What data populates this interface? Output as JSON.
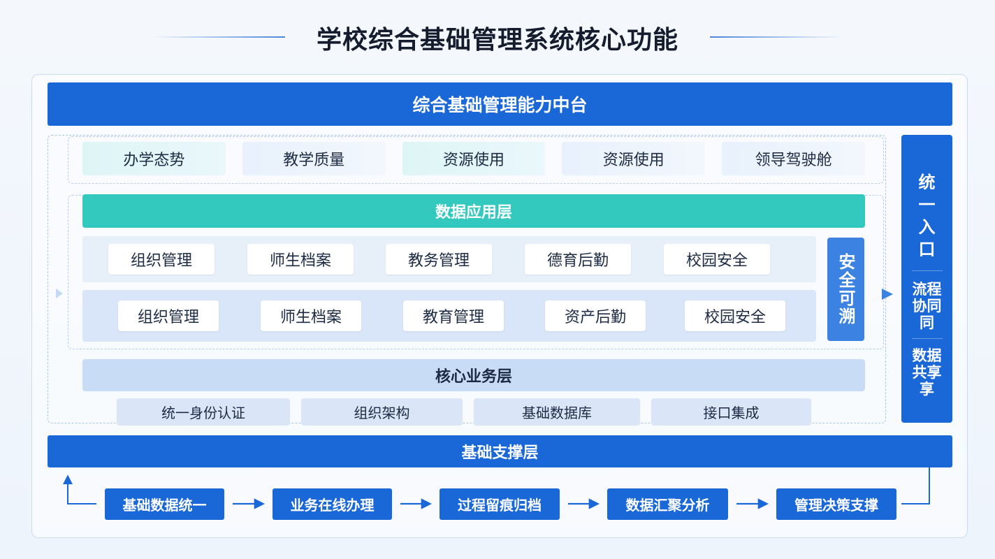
{
  "title": "学校综合基础管理系统核心功能",
  "platform": {
    "label": "综合基础管理能力中台"
  },
  "topics": [
    "办学态势",
    "教学质量",
    "资源使用",
    "资源使用",
    "领导驾驶舱"
  ],
  "app_layer": {
    "label": "数据应用层",
    "row1": [
      "组织管理",
      "师生档案",
      "教务管理",
      "德育后勤",
      "校园安全"
    ],
    "row2": [
      "组织管理",
      "师生档案",
      "教育管理",
      "资产后勤",
      "校园安全"
    ],
    "security": "安全可溯"
  },
  "core_layer": {
    "label": "核心业务层",
    "items": [
      "统一身份认证",
      "组织架构",
      "基础数据库",
      "接口集成"
    ]
  },
  "base_layer": {
    "label": "基础支撑层"
  },
  "side_panel": {
    "entry": [
      "统",
      "一",
      "入",
      "口"
    ],
    "collab": [
      "流程",
      "协同",
      "同"
    ],
    "share": [
      "数据",
      "共享",
      "享"
    ]
  },
  "flow": [
    "基础数据统一",
    "业务在线办理",
    "过程留痕归档",
    "数据汇聚分析",
    "管理决策支撑"
  ],
  "colors": {
    "primary_blue": "#1a67d8",
    "teal": "#33c9bf",
    "security_blue": "#3b82e3",
    "light_band": "#e7eff9",
    "core_band": "#c9dcf5"
  }
}
